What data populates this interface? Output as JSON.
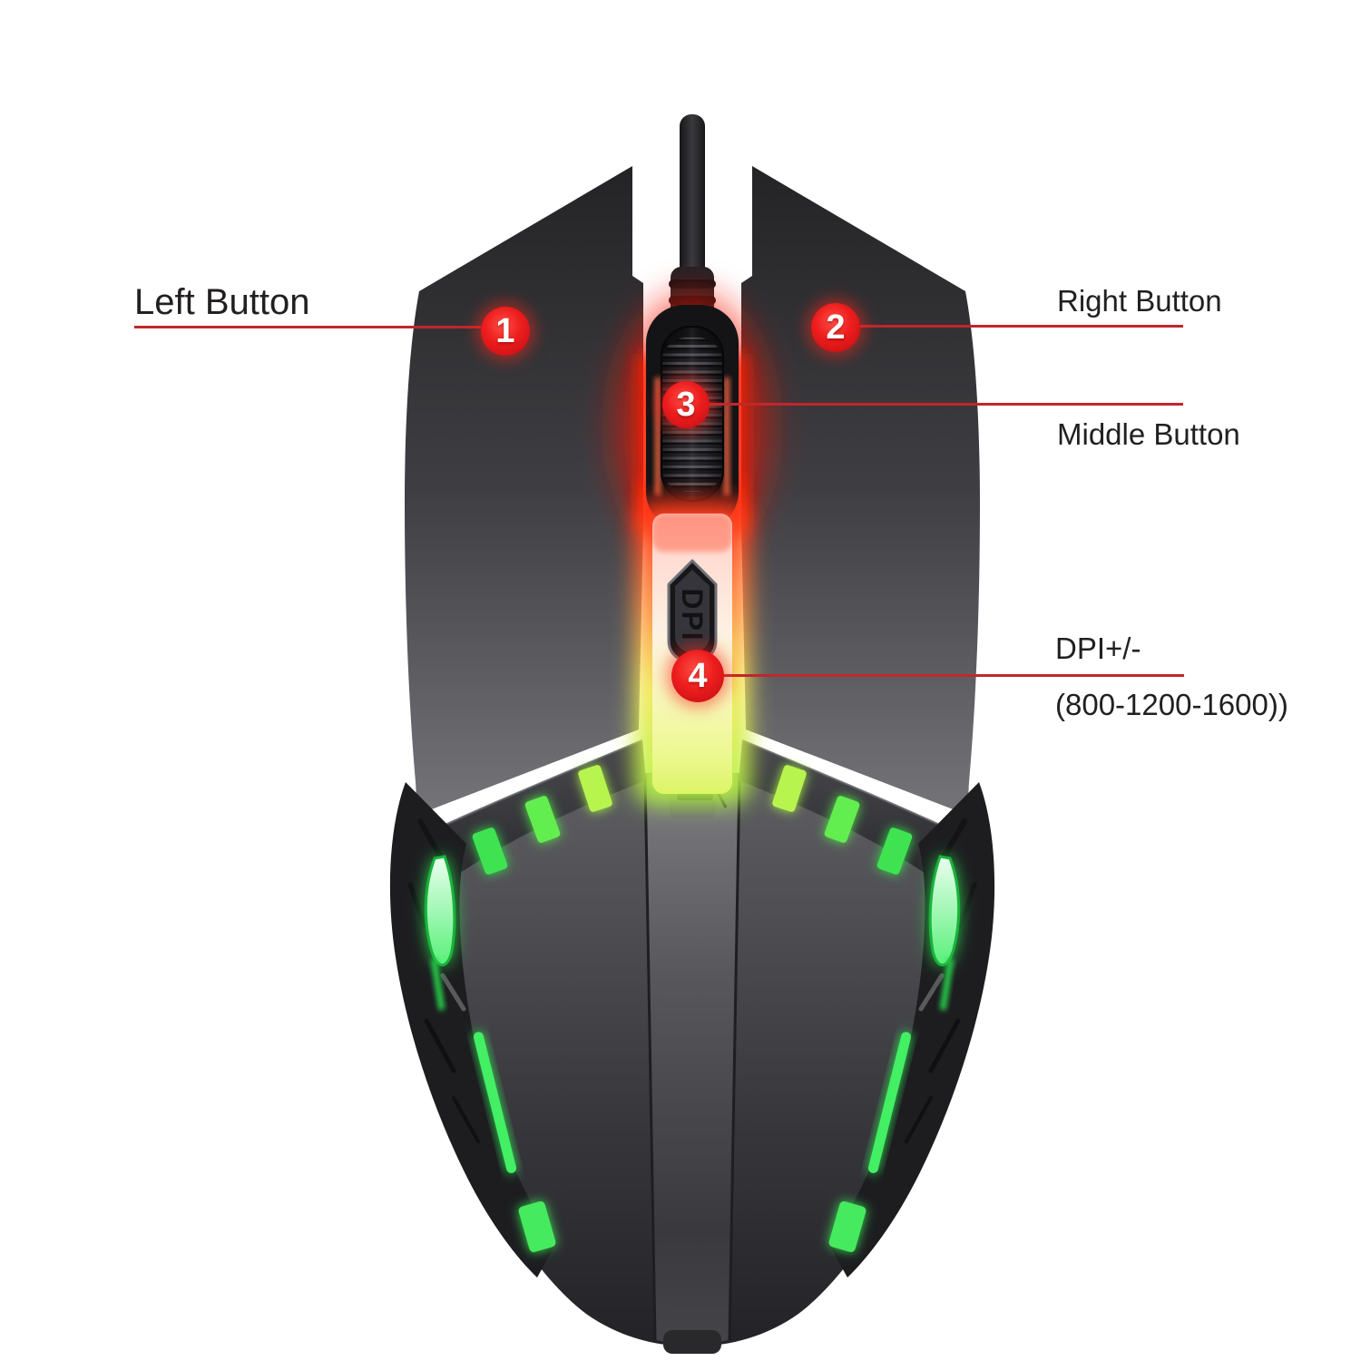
{
  "figure": {
    "type": "annotated product diagram",
    "subject": "wired RGB gaming mouse (top view)"
  },
  "annotations": {
    "a1": {
      "number": "1",
      "label": "Left Button"
    },
    "a2": {
      "number": "2",
      "label": "Right Button"
    },
    "a3": {
      "number": "3",
      "label": "Middle Button"
    },
    "a4": {
      "number": "4",
      "label": "DPI+/-",
      "sublabel": "(800-1200-1600))"
    }
  },
  "mouse": {
    "dpi_button_label": "DPI"
  },
  "colors": {
    "background": "#ffffff",
    "label_text": "#221f1f",
    "callout_line_red": "#c2262c",
    "badge_red": "#ed1d1d",
    "wheel_glow_red": "#ff2000",
    "led_green": "#35e053",
    "strip_pink": "#ffdcd3",
    "strip_yellow_green": "#dcf566",
    "body_gray_dark": "#252527",
    "body_gray_light": "#6f6f73"
  }
}
